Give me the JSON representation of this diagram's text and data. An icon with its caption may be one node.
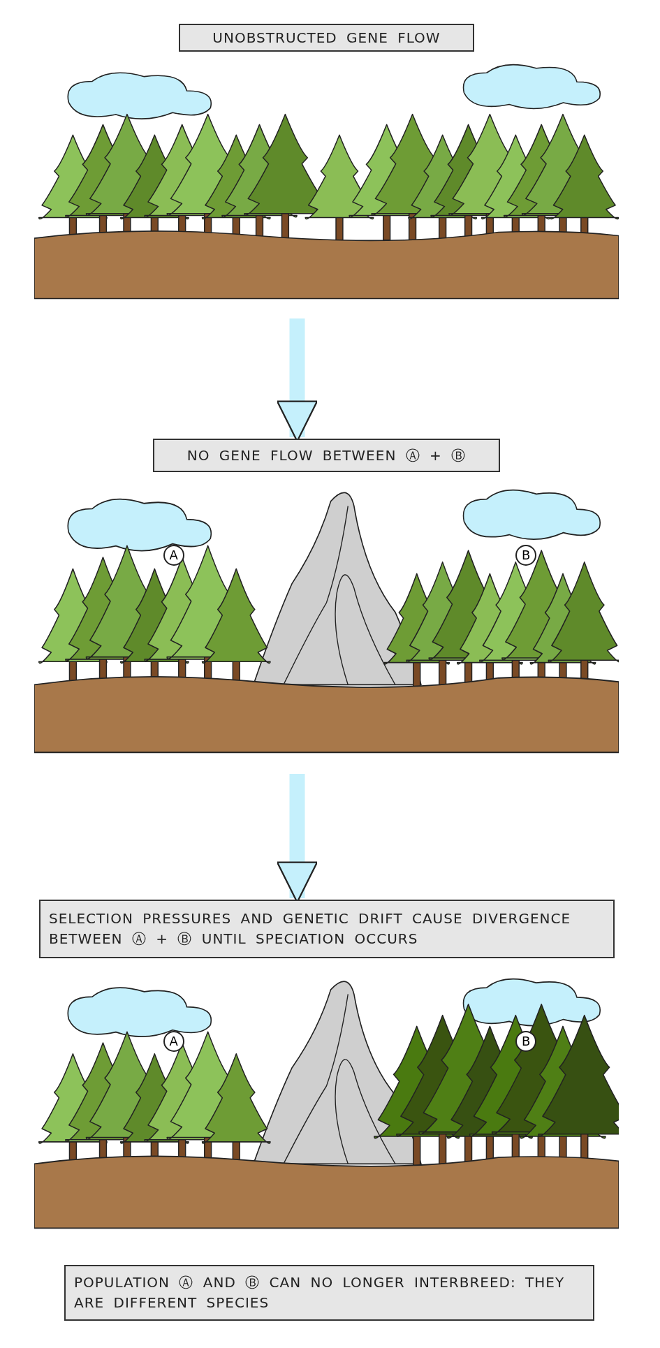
{
  "diagram": {
    "nodes": [
      {
        "text": [
          "UNOBSTRUCTED GENE FLOW"
        ]
      },
      {
        "text": [],
        "shape": "picture"
      },
      {
        "text": [
          "NO GENE FLOW BETWEEN Ⓐ + Ⓑ"
        ]
      },
      {
        "text": [],
        "shape": "picture"
      },
      {
        "text": [
          "SELECTION PRESSURES AND GENETIC DRIFT CAUSE DIVERGENCE BETWEEN Ⓐ + Ⓑ UNTIL SPECIATION OCCURS"
        ]
      },
      {
        "text": [],
        "shape": "picture"
      },
      {
        "text": [
          "POPULATION Ⓐ AND Ⓑ CAN NO LONGER INTERBREED: THEY ARE DIFFERENT SPECIES"
        ]
      }
    ],
    "edges": [
      {
        "from": 1,
        "to": 2,
        "arrow": "to"
      },
      {
        "from": 3,
        "to": 4,
        "arrow": "to"
      }
    ],
    "labels": [
      "A",
      "B",
      "A",
      "B"
    ]
  }
}
